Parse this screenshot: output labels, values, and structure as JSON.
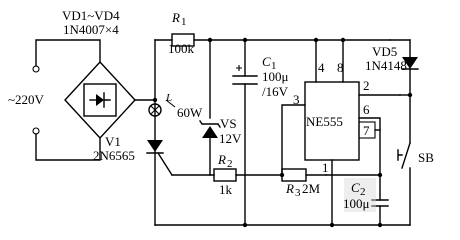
{
  "diagram": {
    "bridge": {
      "label_ref": "VD1~VD4",
      "label_part": "1N4007×4"
    },
    "source": {
      "label": "~220V"
    },
    "r1": {
      "name": "R",
      "sub": "1",
      "value": "100k"
    },
    "c1": {
      "name": "C",
      "sub": "1",
      "value": "100μ",
      "voltage": "/16V"
    },
    "vd5": {
      "name": "VD5",
      "part": "1N4148"
    },
    "lamp": {
      "label": "L",
      "power": "60W"
    },
    "zener": {
      "name": "VS",
      "value": "12V"
    },
    "scr": {
      "name": "V1",
      "part": "2N6565"
    },
    "r2": {
      "name": "R",
      "sub": "2",
      "value": "1k"
    },
    "r3": {
      "name": "R",
      "sub": "3",
      "value": "2M"
    },
    "c2": {
      "name": "C",
      "sub": "2",
      "value": "100μ"
    },
    "ic": {
      "name": "NE555",
      "pins": [
        "4",
        "8",
        "2",
        "3",
        "6",
        "7",
        "1"
      ]
    },
    "switch": {
      "name": "SB"
    }
  }
}
